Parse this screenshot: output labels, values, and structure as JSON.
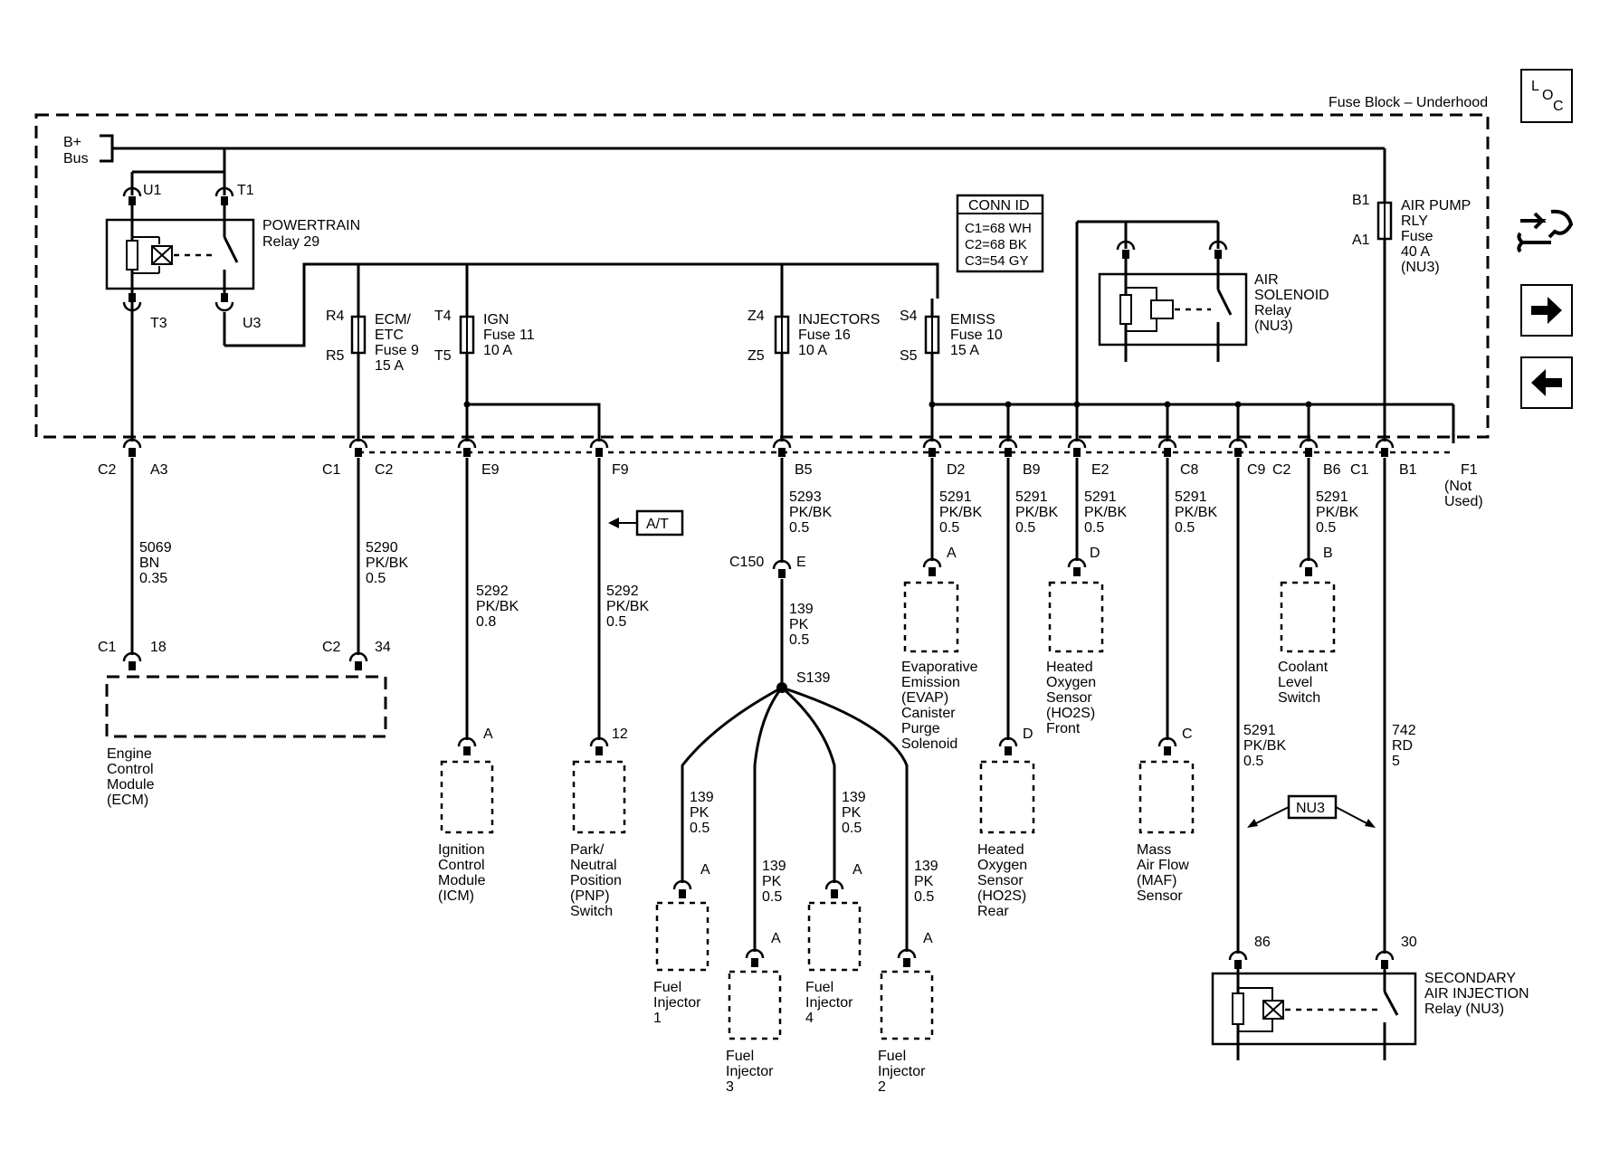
{
  "fuse_block": {
    "title": "Fuse Block – Underhood",
    "bplus_1": "B+",
    "bplus_2": "Bus"
  },
  "nav": {
    "loc_L": "L",
    "loc_O": "O",
    "loc_C": "C"
  },
  "relays": {
    "powertrain": {
      "name": "POWERTRAIN",
      "sub": "Relay 29",
      "p1": "U1",
      "p2": "T1",
      "p3": "T3",
      "p4": "U3"
    },
    "air_solenoid": {
      "l1": "AIR",
      "l2": "SOLENOID",
      "l3": "Relay",
      "l4": "(NU3)"
    },
    "secondary": {
      "l1": "SECONDARY",
      "l2": "AIR INJECTION",
      "l3": "Relay (NU3)",
      "pin1": "86",
      "pin2": "30"
    }
  },
  "conn_id": {
    "title": "CONN ID",
    "c1": "C1=68 WH",
    "c2": "C2=68 BK",
    "c3": "C3=54 GY"
  },
  "fuses": {
    "ecm": {
      "top": "R4",
      "bot": "R5",
      "l1": "ECM/",
      "l2": "ETC",
      "l3": "Fuse 9",
      "l4": "15 A"
    },
    "ign": {
      "top": "T4",
      "bot": "T5",
      "l1": "IGN",
      "l2": "Fuse 11",
      "l3": "10 A"
    },
    "inj": {
      "top": "Z4",
      "bot": "Z5",
      "l1": "INJECTORS",
      "l2": "Fuse 16",
      "l3": "10 A"
    },
    "emiss": {
      "top": "S4",
      "bot": "S5",
      "l1": "EMISS",
      "l2": "Fuse 10",
      "l3": "15 A"
    },
    "airpump": {
      "top": "B1",
      "bot": "A1",
      "l1": "AIR PUMP",
      "l2": "RLY",
      "l3": "Fuse",
      "l4": "40 A",
      "l5": "(NU3)"
    }
  },
  "terminals": {
    "a3_conn": "C2",
    "a3": "A3",
    "c2_conn": "C1",
    "c2": "C2",
    "e9": "E9",
    "f9": "F9",
    "b5": "B5",
    "d2": "D2",
    "b9": "B9",
    "e2": "E2",
    "c8": "C8",
    "c9": "C9",
    "c9_conn": "C2",
    "b6": "B6",
    "b6_conn": "C1",
    "b1": "B1",
    "f1": "F1",
    "f1_n1": "(Not",
    "f1_n2": "Used)"
  },
  "wires": {
    "w5069": [
      "5069",
      "BN",
      "0.35"
    ],
    "w5290": [
      "5290",
      "PK/BK",
      "0.5"
    ],
    "w5292a": [
      "5292",
      "PK/BK",
      "0.8"
    ],
    "w5292b": [
      "5292",
      "PK/BK",
      "0.5"
    ],
    "w5293": [
      "5293",
      "PK/BK",
      "0.5"
    ],
    "w139": [
      "139",
      "PK",
      "0.5"
    ],
    "w5291": [
      "5291",
      "PK/BK",
      "0.5"
    ],
    "w742": [
      "742",
      "RD",
      "5"
    ]
  },
  "splice": {
    "conn": "C150",
    "pin": "E",
    "name": "S139"
  },
  "at_label": "A/T",
  "nu3_label": "NU3",
  "components": {
    "ecm": {
      "pin_c1": "C1",
      "pin1": "18",
      "pin_c2": "C2",
      "pin2": "34",
      "l1": "Engine",
      "l2": "Control",
      "l3": "Module",
      "l4": "(ECM)"
    },
    "icm": {
      "pin": "A",
      "l1": "Ignition",
      "l2": "Control",
      "l3": "Module",
      "l4": "(ICM)"
    },
    "pnp": {
      "pin": "12",
      "l1": "Park/",
      "l2": "Neutral",
      "l3": "Position",
      "l4": "(PNP)",
      "l5": "Switch"
    },
    "inj1": {
      "pin": "A",
      "l1": "Fuel",
      "l2": "Injector",
      "l3": "1"
    },
    "inj3": {
      "pin": "A",
      "l1": "Fuel",
      "l2": "Injector",
      "l3": "3"
    },
    "inj4": {
      "pin": "A",
      "l1": "Fuel",
      "l2": "Injector",
      "l3": "4"
    },
    "inj2": {
      "pin": "A",
      "l1": "Fuel",
      "l2": "Injector",
      "l3": "2"
    },
    "evap": {
      "pin": "A",
      "l1": "Evaporative",
      "l2": "Emission",
      "l3": "(EVAP)",
      "l4": "Canister",
      "l5": "Purge",
      "l6": "Solenoid"
    },
    "ho2s_rear": {
      "pin": "D",
      "l1": "Heated",
      "l2": "Oxygen",
      "l3": "Sensor",
      "l4": "(HO2S)",
      "l5": "Rear"
    },
    "ho2s_front": {
      "pin": "D",
      "l1": "Heated",
      "l2": "Oxygen",
      "l3": "Sensor",
      "l4": "(HO2S)",
      "l5": "Front"
    },
    "maf": {
      "pin": "C",
      "l1": "Mass",
      "l2": "Air Flow",
      "l3": "(MAF)",
      "l4": "Sensor"
    },
    "coolant": {
      "pin": "B",
      "l1": "Coolant",
      "l2": "Level",
      "l3": "Switch"
    }
  }
}
